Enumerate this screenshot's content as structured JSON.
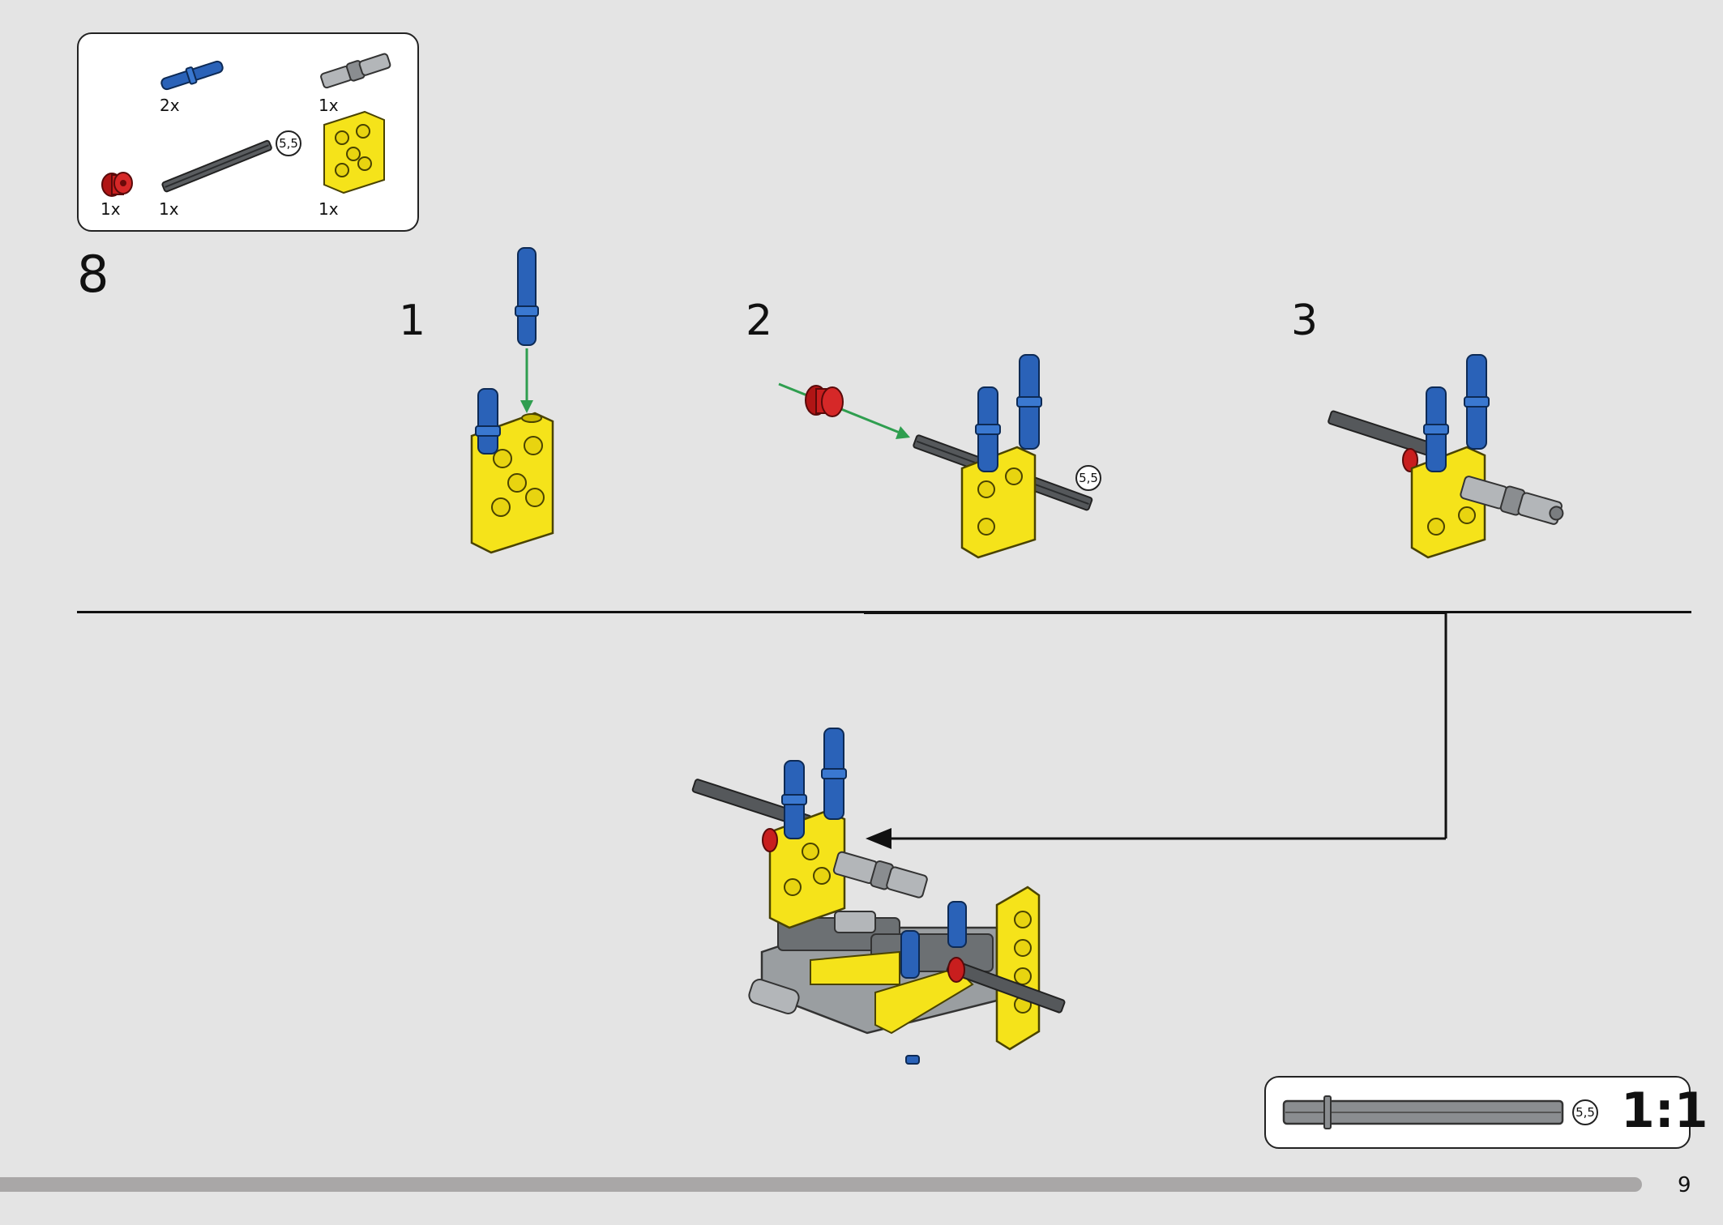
{
  "step": {
    "number": "8"
  },
  "parts_list": {
    "items": [
      {
        "name": "blue-pin",
        "qty": "2x"
      },
      {
        "name": "gray-universal-joint",
        "qty": "1x"
      },
      {
        "name": "red-bush",
        "qty": "1x"
      },
      {
        "name": "dark-gray-axle",
        "qty": "1x",
        "length": "5,5"
      },
      {
        "name": "yellow-connector-block",
        "qty": "1x"
      }
    ]
  },
  "substeps": [
    {
      "number": "1"
    },
    {
      "number": "2",
      "length": "5,5"
    },
    {
      "number": "3"
    }
  ],
  "scale": {
    "length": "5,5",
    "label": "1:1"
  },
  "page": {
    "number": "9"
  },
  "colors": {
    "yellow": "#f5e31a",
    "blue": "#2a62b8",
    "red": "#c81e1e",
    "dark_gray": "#55585b",
    "light_gray": "#a8acaf",
    "arrow_green": "#2f9e4f",
    "background": "#e4e4e4"
  }
}
